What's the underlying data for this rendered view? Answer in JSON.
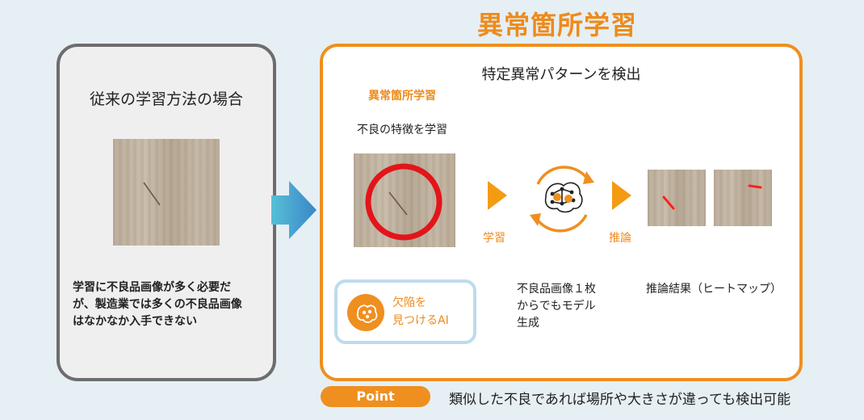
{
  "main_title": "異常箇所学習",
  "left_panel": {
    "heading": "従来の学習方法の場合",
    "description_lines": [
      "学習に不良品画像が多く必要だ",
      "が、製造業では多くの不良品画像",
      "はなかなか入手できない"
    ]
  },
  "right_panel": {
    "heading": "特定異常パターンを検出",
    "sub_title": "異常箇所学習",
    "sub_desc": "不良の特徴を学習",
    "learn_label": "学習",
    "infer_label": "推論",
    "ai_badge_lines": [
      "欠陥を",
      "見つけるAI"
    ],
    "model_desc_lines": [
      "不良品画像１枚",
      "からでもモデル",
      "生成"
    ],
    "result_desc": "推論結果（ヒートマップ）"
  },
  "point": {
    "label": "Point",
    "text": "類似した不良であれば場所や大きさが違っても検出可能"
  },
  "colors": {
    "orange": "#ef8f1f",
    "gray_border": "#6d6d6d",
    "light_blue": "#bcdcec",
    "defect_circle": "#e3141b",
    "heatmap_red": "#ff2020"
  }
}
